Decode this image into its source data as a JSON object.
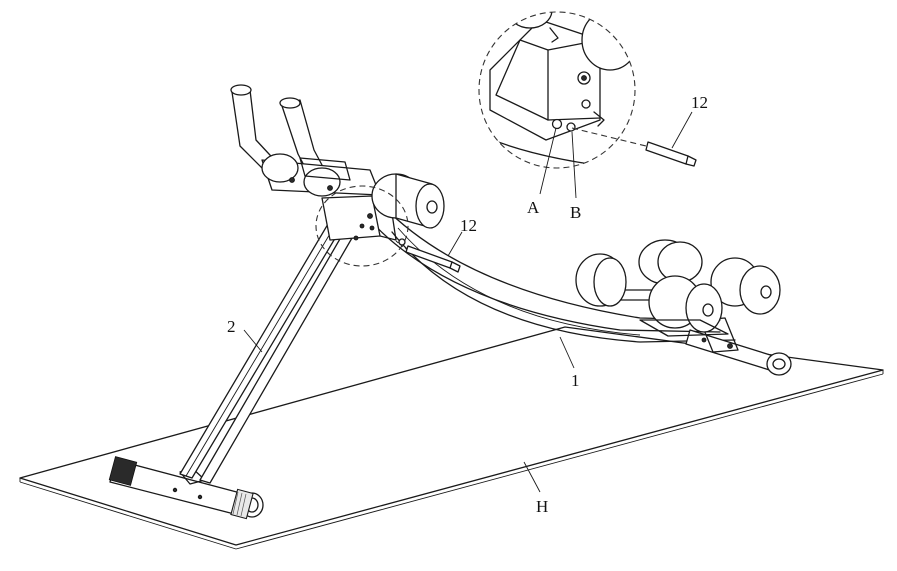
{
  "figure": {
    "labels": {
      "frame": "1",
      "leg": "2",
      "pin_main": "12",
      "pin_detail": "12",
      "hole_a": "A",
      "hole_b": "B",
      "floor_mat": "H"
    }
  }
}
